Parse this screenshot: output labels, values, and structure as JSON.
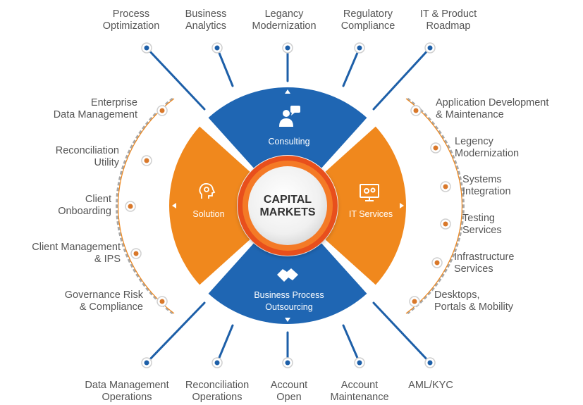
{
  "colors": {
    "blue": "#1f66b3",
    "orange": "#f0881d",
    "connector_blue": "#1d5fa8",
    "connector_orange": "#d9782a",
    "text": "#555555"
  },
  "center": {
    "line1": "CAPITAL",
    "line2": "MARKETS"
  },
  "segments": {
    "top": {
      "label": "Consulting",
      "icon": "consultant-icon",
      "color": "#1f66b3"
    },
    "right": {
      "label": "IT Services",
      "icon": "computer-gears-icon",
      "color": "#f0881d"
    },
    "bottom": {
      "line1": "Business Process",
      "line2": "Outsourcing",
      "icon": "handshake-icon",
      "color": "#1f66b3"
    },
    "left": {
      "label": "Solution",
      "icon": "idea-head-icon",
      "color": "#f0881d"
    }
  },
  "top_items": [
    {
      "line1": "Process",
      "line2": "Optimization"
    },
    {
      "line1": "Business",
      "line2": "Analytics"
    },
    {
      "line1": "Legancy",
      "line2": "Modernization"
    },
    {
      "line1": "Regulatory",
      "line2": "Compliance"
    },
    {
      "line1": "IT & Product",
      "line2": "Roadmap"
    }
  ],
  "bottom_items": [
    {
      "line1": "Data Management",
      "line2": "Operations"
    },
    {
      "line1": "Reconciliation",
      "line2": "Operations"
    },
    {
      "line1": "Account",
      "line2": "Open"
    },
    {
      "line1": "Account",
      "line2": "Maintenance"
    },
    {
      "line1": "AML/KYC",
      "line2": ""
    }
  ],
  "left_items": [
    {
      "line1": "Enterprise",
      "line2": "Data Management"
    },
    {
      "line1": "Reconciliation",
      "line2": "Utility"
    },
    {
      "line1": "Client",
      "line2": "Onboarding"
    },
    {
      "line1": "Client Management",
      "line2": "& IPS"
    },
    {
      "line1": "Governance Risk",
      "line2": "& Compliance"
    }
  ],
  "right_items": [
    {
      "line1": "Application Development",
      "line2": "& Maintenance"
    },
    {
      "line1": "Legency",
      "line2": "Modernization"
    },
    {
      "line1": "Systems",
      "line2": "Integration"
    },
    {
      "line1": "Testing",
      "line2": "Services"
    },
    {
      "line1": "Infrastructure",
      "line2": "Services"
    },
    {
      "line1": "Desktops,",
      "line2": "Portals & Mobility"
    }
  ]
}
